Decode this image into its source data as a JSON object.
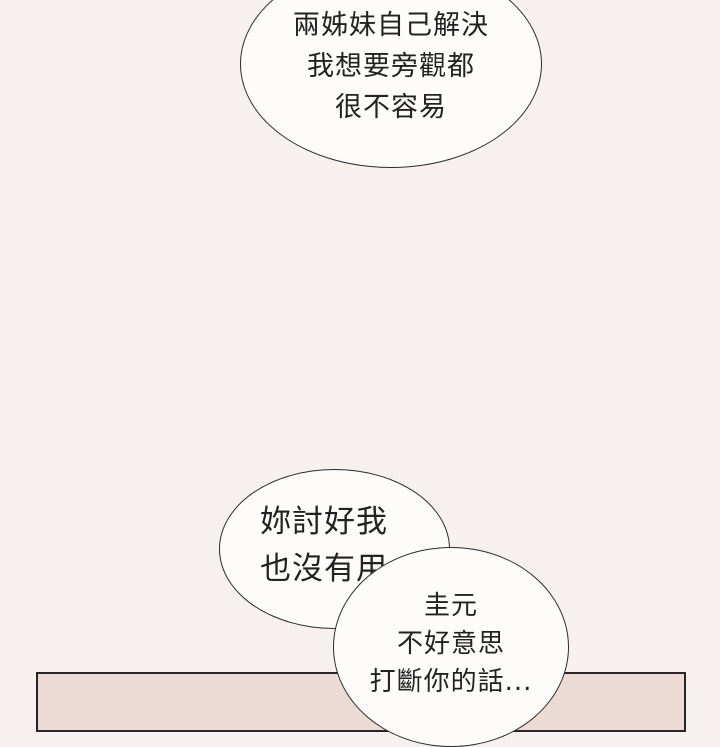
{
  "bubbles": {
    "top": {
      "lines": [
        "兩姊妹自己解決",
        "我想要旁觀都",
        "很不容易"
      ]
    },
    "mid": {
      "lines": [
        "妳討好我",
        "也沒有用"
      ]
    },
    "low": {
      "lines": [
        "圭元",
        "不好意思",
        "打斷你的話..."
      ]
    }
  },
  "colors": {
    "page_background": "#f6f1ef",
    "bubble_fill": "#fdfcfb",
    "outline": "#2b2b2b",
    "panel_fill": "#ecdad5"
  }
}
